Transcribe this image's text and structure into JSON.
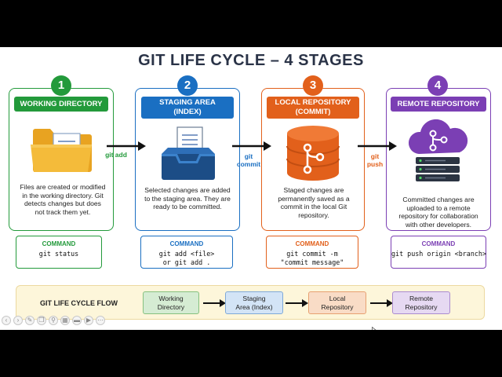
{
  "title": "GIT LIFE CYCLE – 4 STAGES",
  "colors": {
    "working": "#239a3b",
    "staging": "#1a6fc2",
    "local": "#e2601b",
    "remote": "#7b3fb4",
    "flow_bar": "#fdf6da"
  },
  "stages": [
    {
      "number": "1",
      "header": "WORKING DIRECTORY",
      "icon": "folder-with-document-icon",
      "description": "Files are created or modified in the working directory. Git detects changes but does not track them yet.",
      "command_label": "COMMAND",
      "command": "git status"
    },
    {
      "number": "2",
      "header_line1": "STAGING AREA",
      "header_line2": "(INDEX)",
      "icon": "inbox-tray-with-document-icon",
      "description": "Selected changes are added to the staging area. They are ready to be committed.",
      "command_label": "COMMAND",
      "command": "git add <file>\nor git add ."
    },
    {
      "number": "3",
      "header_line1": "LOCAL REPOSITORY",
      "header_line2": "(COMMIT)",
      "icon": "database-git-branch-icon",
      "description": "Staged changes are permanently saved as a commit in the local Git repository.",
      "command_label": "COMMAND",
      "command": "git commit -m\n\"commit message\""
    },
    {
      "number": "4",
      "header": "REMOTE REPOSITORY",
      "icon": "cloud-git-servers-icon",
      "description": "Committed changes are uploaded to a remote repository for collaboration with other developers.",
      "command_label": "COMMAND",
      "command": "git push origin <branch>"
    }
  ],
  "transitions": [
    {
      "label": "git add"
    },
    {
      "label_line1": "git",
      "label_line2": "commit"
    },
    {
      "label_line1": "git",
      "label_line2": "push"
    }
  ],
  "flow": {
    "title": "GIT LIFE CYCLE FLOW",
    "steps": [
      {
        "line1": "Working",
        "line2": "Directory"
      },
      {
        "line1": "Staging",
        "line2": "Area (Index)"
      },
      {
        "line1": "Local",
        "line2": "Repository"
      },
      {
        "line1": "Remote",
        "line2": "Repository"
      }
    ]
  }
}
